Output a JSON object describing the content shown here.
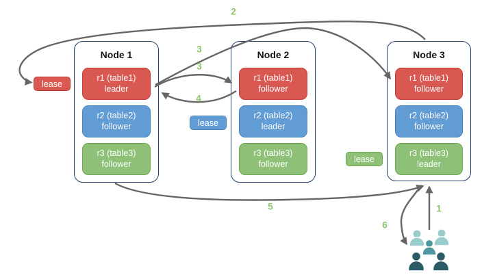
{
  "nodes": [
    {
      "title": "Node 1",
      "replicas": [
        {
          "range": "r1 (table1)",
          "role": "leader",
          "color_name": "red"
        },
        {
          "range": "r2 (table2)",
          "role": "follower",
          "color_name": "blue"
        },
        {
          "range": "r3 (table3)",
          "role": "follower",
          "color_name": "green"
        }
      ]
    },
    {
      "title": "Node 2",
      "replicas": [
        {
          "range": "r1 (table1)",
          "role": "follower",
          "color_name": "red"
        },
        {
          "range": "r2 (table2)",
          "role": "leader",
          "color_name": "blue"
        },
        {
          "range": "r3 (table3)",
          "role": "follower",
          "color_name": "green"
        }
      ]
    },
    {
      "title": "Node 3",
      "replicas": [
        {
          "range": "r1 (table1)",
          "role": "follower",
          "color_name": "red"
        },
        {
          "range": "r2 (table2)",
          "role": "follower",
          "color_name": "blue"
        },
        {
          "range": "r3 (table3)",
          "role": "leader",
          "color_name": "green"
        }
      ]
    }
  ],
  "leases": [
    {
      "label": "lease",
      "color_name": "red"
    },
    {
      "label": "lease",
      "color_name": "blue"
    },
    {
      "label": "lease",
      "color_name": "green"
    }
  ],
  "flow_labels": {
    "step1": "1",
    "step2": "2",
    "step3a": "3",
    "step3b": "3",
    "step4": "4",
    "step5": "5",
    "step6": "6"
  },
  "palette": {
    "red_fill": "#D95852",
    "red_border": "#C53B33",
    "blue_fill": "#619CD5",
    "blue_border": "#4785BE",
    "green_fill": "#8EC177",
    "green_border": "#69A84F",
    "node_border": "#23406B",
    "arrow": "#666666",
    "step_label": "#8CC66F",
    "users_light": "#9ACBCD",
    "users_medium": "#4E96A0",
    "users_dark": "#2C5B68"
  }
}
